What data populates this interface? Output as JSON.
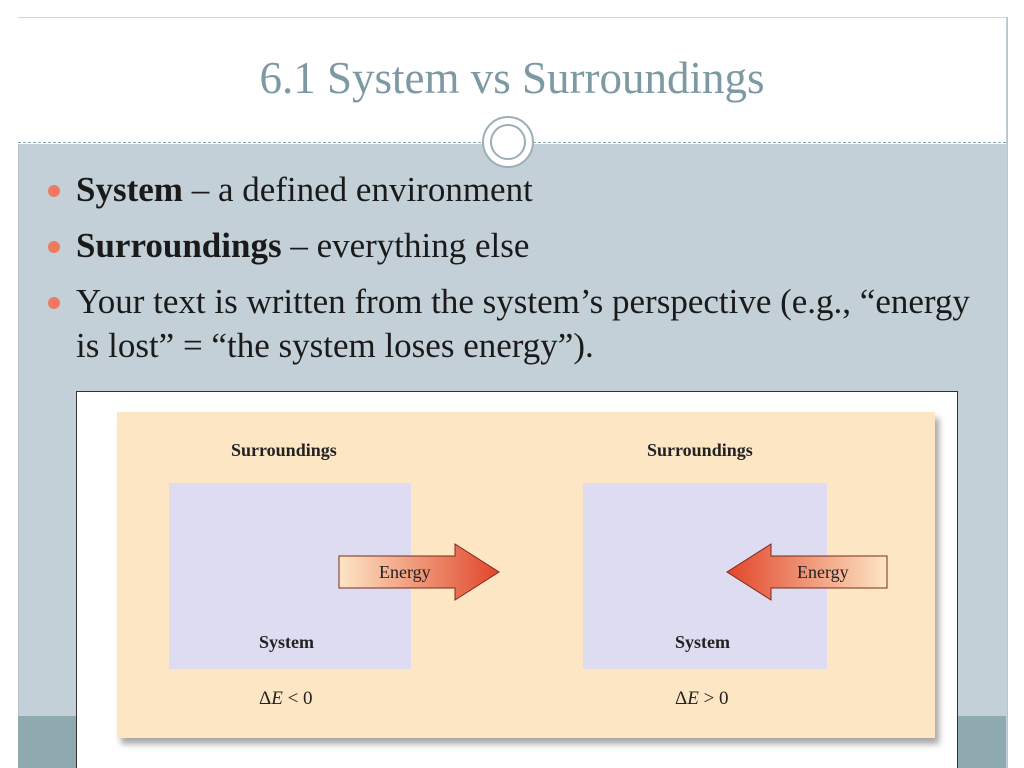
{
  "title": "6.1 System vs Surroundings",
  "bullets": [
    {
      "term": "System",
      "text": " – a defined environment"
    },
    {
      "term": "Surroundings",
      "text": " – everything else"
    },
    {
      "term": "",
      "text": "Your text is written from the system’s perspective (e.g., “energy is lost”  =  “the system loses energy”)."
    }
  ],
  "diagram": {
    "left": {
      "surroundings_label": "Surroundings",
      "system_label": "System",
      "energy_label": "Energy",
      "delta_prefix": "Δ",
      "delta_var": "E",
      "delta_rel": " < 0"
    },
    "right": {
      "surroundings_label": "Surroundings",
      "system_label": "System",
      "energy_label": "Energy",
      "delta_prefix": "Δ",
      "delta_var": "E",
      "delta_rel": " > 0"
    },
    "colors": {
      "surroundings_fill": "#fde6c4",
      "system_fill": "#dedcf0",
      "arrow_dark": "#e2452a",
      "arrow_light": "#fde6c4"
    }
  },
  "theme": {
    "bullet_color": "#f07a5e",
    "title_color": "#7d99a3"
  }
}
